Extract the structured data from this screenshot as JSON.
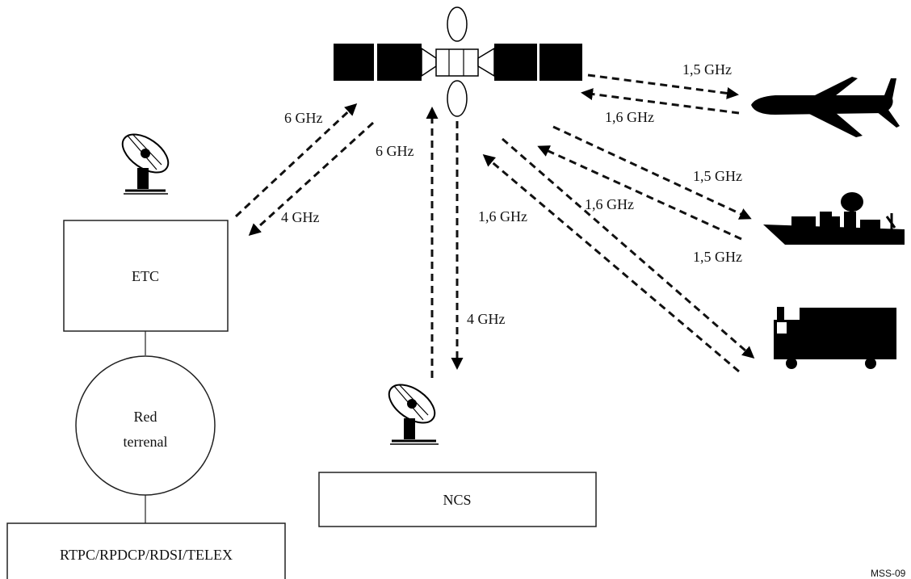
{
  "boxes": {
    "etc": "ETC",
    "red_line1": "Red",
    "red_line2": "terrenal",
    "ncs": "NCS",
    "rtpc": "RTPC/RPDCP/RDSI/TELEX"
  },
  "links": {
    "etc_up": "6 GHz",
    "etc_down": "4 GHz",
    "ncs_up": "6 GHz",
    "ncs_down": "4 GHz",
    "plane_down": "1,5 GHz",
    "plane_up": "1,6 GHz",
    "ship_down": "1,5 GHz",
    "ship_up_a": "1,6 GHz",
    "ship_b": "1,5 GHz",
    "truck_up": "1,6 GHz"
  },
  "figure_code": "MSS-09",
  "icons": [
    "satellite-icon",
    "dish-antenna-icon",
    "airplane-icon",
    "ship-icon",
    "truck-icon"
  ]
}
